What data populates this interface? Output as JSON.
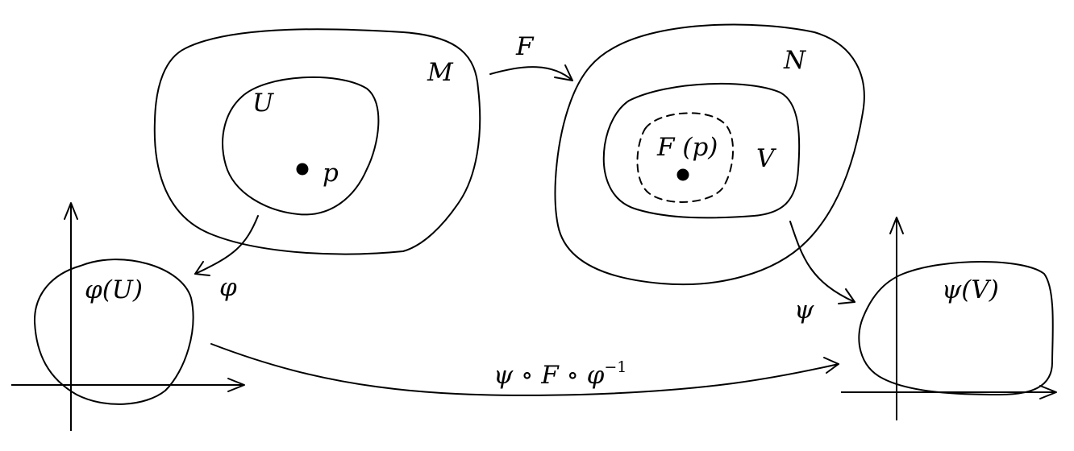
{
  "manifold_labels": {
    "M": "M",
    "U": "U",
    "p": "p",
    "N": "N",
    "V": "V",
    "F_p": "F (p)"
  },
  "map_labels": {
    "F": "F",
    "phi": "φ",
    "psi": "ψ",
    "transition": "ψ ∘ F ∘ φ",
    "transition_exponent": "−1"
  },
  "chart_labels": {
    "phi_U": "φ(U)",
    "psi_V": "ψ(V)"
  }
}
